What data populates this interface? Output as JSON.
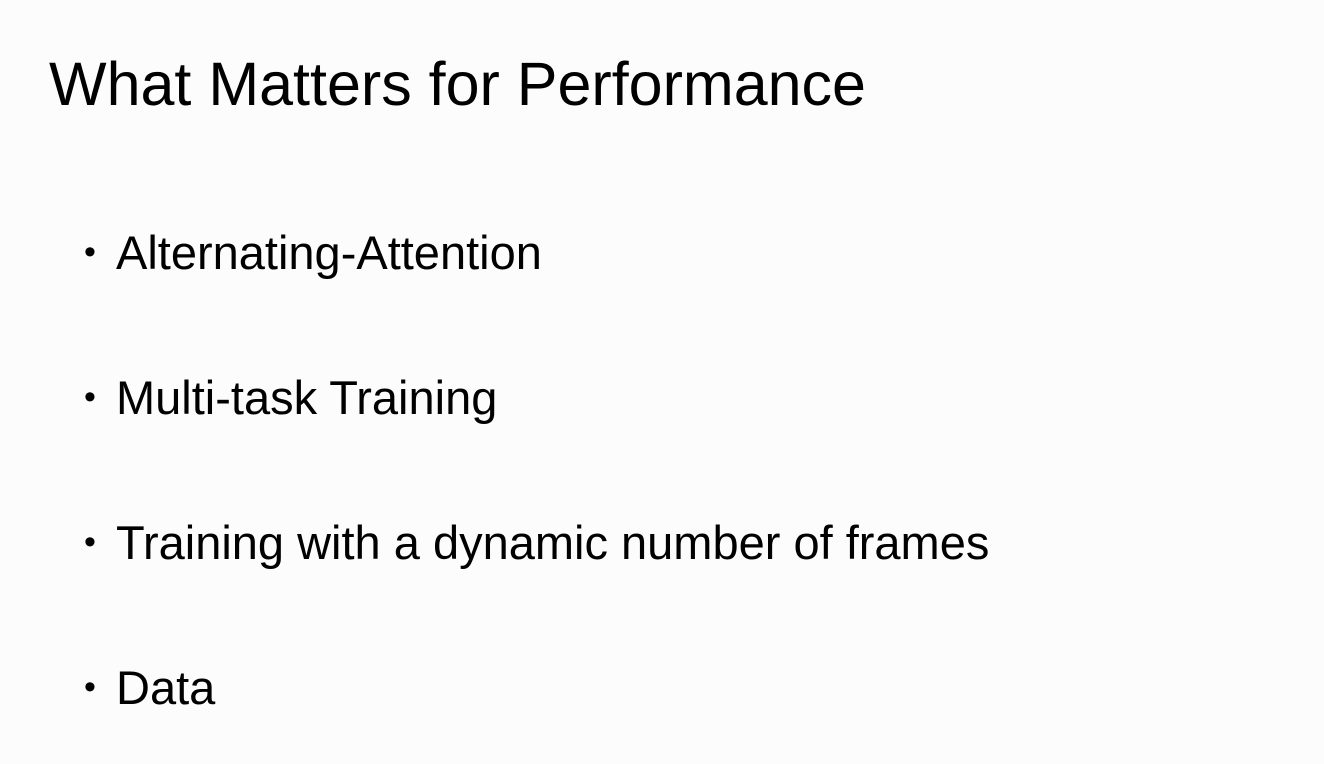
{
  "slide": {
    "title": "What Matters for Performance",
    "bullet_symbol": "•",
    "bullets": [
      "Alternating-Attention",
      "Multi-task Training",
      "Training with a dynamic number of frames",
      "Data"
    ]
  }
}
